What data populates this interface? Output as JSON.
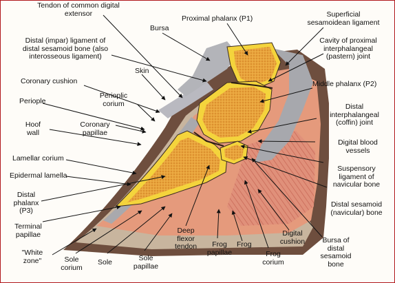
{
  "labels": {
    "tendon_common_digital_extensor": "Tendon of common digital\nextensor",
    "proximal_phalanx": "Proximal phalanx (P1)",
    "superficial_sesamoidean_ligament": "Superficial\nsesamoidean ligament",
    "bursa": "Bursa",
    "distal_impar_ligament": "Distal (impar) ligament of\ndistal sesamoid bone (also\ninterosseous ligament)",
    "cavity_proximal_interphalangeal": "Cavity of proximal\ninterphalangeal\n(pastern) joint",
    "skin": "Skin",
    "middle_phalanx": "Middle phalanx (P2)",
    "coronary_cushion": "Coronary cushion",
    "perioplic_corium": "Perioplic\ncorium",
    "periople": "Periople",
    "distal_interphalangeal_joint": "Distal\ninterphalangeal\n(coffin) joint",
    "hoof_wall": "Hoof\nwall",
    "coronary_papillae": "Coronary\npapillae",
    "digital_blood_vessels": "Digital blood\nvessels",
    "lamellar_corium": "Lamellar corium",
    "suspensory_ligament_navicular": "Suspensory\nligament of\nnavicular bone",
    "epidermal_lamella": "Epidermal lamella",
    "distal_phalanx": "Distal\nphalanx\n(P3)",
    "distal_sesamoid_navicular": "Distal sesamoid\n(navicular) bone",
    "terminal_papillae": "Terminal\npapillae",
    "digital_cushion": "Digital\ncushion",
    "white_zone": "\"White\nzone\"",
    "sole_corium": "Sole\ncorium",
    "sole": "Sole",
    "sole_papillae": "Sole\npapillae",
    "deep_flexor_tendon": "Deep\nflexor\ntendon",
    "frog_papillae": "Frog\npapillae",
    "frog": "Frog",
    "frog_corium": "Frog\ncorium",
    "bursa_distal_sesamoid": "Bursa of\ndistal\nsesamoid\nbone"
  },
  "colors": {
    "frame": "#b0161b",
    "bone": "#f4d03c",
    "marrow": "#e7a23a",
    "corium": "#e89a7a",
    "dermis": "#d9967c",
    "hoof": "#7c5a48",
    "sole": "#c9b8a2",
    "ligament": "#a9a9ad",
    "cartilage": "#c7c9cf"
  }
}
